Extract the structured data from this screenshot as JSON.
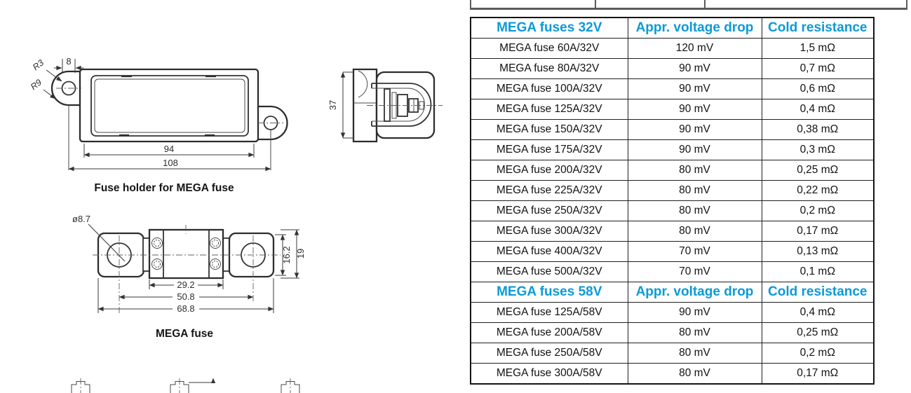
{
  "accent_color": "#0d9ad6",
  "drawings": {
    "fuse_holder": {
      "caption": "Fuse holder for MEGA fuse",
      "dim_hole_width": "8",
      "radius_label_1": "R3",
      "radius_label_2": "R9",
      "dim_inner_width": "94",
      "dim_overall_width": "108",
      "side_view_height": "37"
    },
    "mega_fuse": {
      "caption": "MEGA fuse",
      "dim_hole_diameter": "ø8.7",
      "dim_body_width": "29.2",
      "dim_hole_centers": "50.8",
      "dim_overall_length": "68.8",
      "dim_pad_height": "16.2",
      "dim_overall_height": "19"
    }
  },
  "spec_table": {
    "rows": [
      {
        "c1": "MEGA fuses 32V",
        "c2": "Appr. voltage drop",
        "c3": "Cold resistance"
      },
      {
        "c1": "MEGA fuse 60A/32V",
        "c2": "120 mV",
        "c3": "1,5 mΩ"
      },
      {
        "c1": "MEGA fuse 80A/32V",
        "c2": "90 mV",
        "c3": "0,7 mΩ"
      },
      {
        "c1": "MEGA fuse 100A/32V",
        "c2": "90 mV",
        "c3": "0,6 mΩ"
      },
      {
        "c1": "MEGA fuse 125A/32V",
        "c2": "90 mV",
        "c3": "0,4 mΩ"
      },
      {
        "c1": "MEGA fuse 150A/32V",
        "c2": "90 mV",
        "c3": "0,38 mΩ"
      },
      {
        "c1": "MEGA fuse 175A/32V",
        "c2": "90 mV",
        "c3": "0,3 mΩ"
      },
      {
        "c1": "MEGA fuse 200A/32V",
        "c2": "80 mV",
        "c3": "0,25 mΩ"
      },
      {
        "c1": "MEGA fuse 225A/32V",
        "c2": "80 mV",
        "c3": "0,22 mΩ"
      },
      {
        "c1": "MEGA fuse 250A/32V",
        "c2": "80 mV",
        "c3": "0,2 mΩ"
      },
      {
        "c1": "MEGA fuse 300A/32V",
        "c2": "80 mV",
        "c3": "0,17 mΩ"
      },
      {
        "c1": "MEGA fuse 400A/32V",
        "c2": "70 mV",
        "c3": "0,13 mΩ"
      },
      {
        "c1": "MEGA fuse 500A/32V",
        "c2": "70 mV",
        "c3": "0,1 mΩ"
      },
      {
        "c1": "MEGA fuses 58V",
        "c2": "Appr. voltage drop",
        "c3": "Cold resistance"
      },
      {
        "c1": "MEGA fuse 125A/58V",
        "c2": "90 mV",
        "c3": "0,4 mΩ"
      },
      {
        "c1": "MEGA fuse 200A/58V",
        "c2": "80 mV",
        "c3": "0,25 mΩ"
      },
      {
        "c1": "MEGA fuse 250A/58V",
        "c2": "80 mV",
        "c3": "0,2 mΩ"
      },
      {
        "c1": "MEGA fuse 300A/58V",
        "c2": "80 mV",
        "c3": "0,17 mΩ"
      }
    ]
  }
}
